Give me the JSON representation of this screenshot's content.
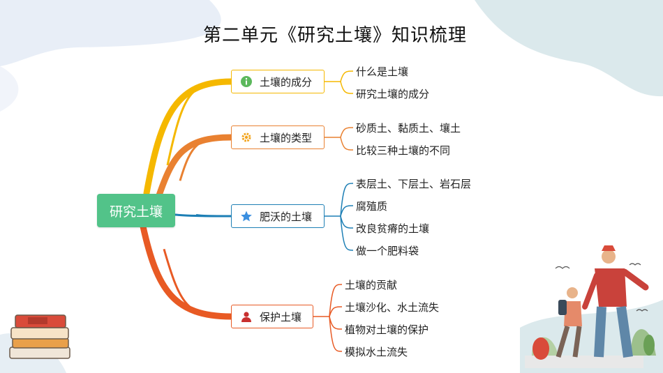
{
  "title": "第二单元《研究土壤》知识梳理",
  "central": "研究土壤",
  "branches": [
    {
      "label": "土壤的成分",
      "icon": "info-icon",
      "color": "#f5b800",
      "leaves": [
        "什么是土壤",
        "研究土壤的成分"
      ]
    },
    {
      "label": "土壤的类型",
      "icon": "gear-icon",
      "color": "#e98131",
      "leaves": [
        "砂质土、黏质土、壤土",
        "比较三种土壤的不同"
      ]
    },
    {
      "label": "肥沃的土壤",
      "icon": "star-icon",
      "color": "#1d7fb5",
      "leaves": [
        "表层土、下层土、岩石层",
        "腐殖质",
        "改良贫瘠的土壤",
        "做一个肥料袋"
      ]
    },
    {
      "label": "保护土壤",
      "icon": "person-icon",
      "color": "#e85a24",
      "leaves": [
        "土壤的贡献",
        "土壤沙化、水土流失",
        "植物对土壤的保护",
        "模拟水土流失"
      ]
    }
  ],
  "colors": {
    "central": "#52c389",
    "background_blob": "#e8eef7",
    "accent_teal": "#dbe9ec"
  }
}
